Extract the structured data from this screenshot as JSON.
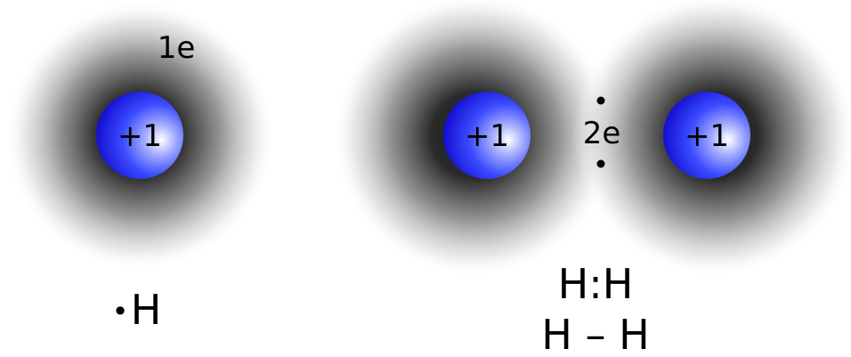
{
  "colors": {
    "background": "#ffffff",
    "electron_cloud_core": "#1a1a1a",
    "electron_cloud_edge": "#ffffff",
    "nucleus_center": "#ffffff",
    "nucleus_mid": "#3a4bff",
    "nucleus_edge": "#0b00c8",
    "text": "#000000"
  },
  "single_atom": {
    "electron_label": "1e",
    "nucleus_charge": "+1",
    "lewis_dot": "•",
    "lewis_symbol": "H"
  },
  "molecule": {
    "left_nucleus_charge": "+1",
    "right_nucleus_charge": "+1",
    "shared_electron_label": "2e",
    "shared_electron_dots": 2,
    "lewis_structure": "H:H",
    "bond_structure": "H – H"
  }
}
